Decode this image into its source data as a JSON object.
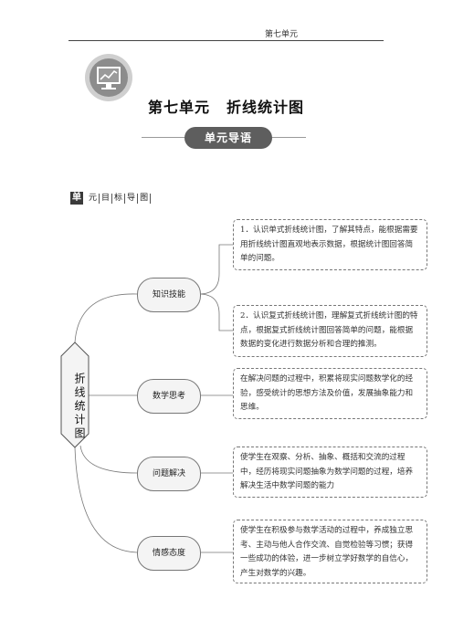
{
  "header": {
    "text": "第七单元"
  },
  "title": {
    "unit": "第七单元",
    "name": "折线统计图"
  },
  "banner": {
    "label": "单元导语"
  },
  "section": {
    "box_char": "单",
    "chars": [
      "元",
      "目",
      "标",
      "导",
      "图"
    ]
  },
  "mindmap": {
    "center": "折线统计图",
    "branches": [
      {
        "label": "知识技能"
      },
      {
        "label": "数学思考"
      },
      {
        "label": "问题解决"
      },
      {
        "label": "情感态度"
      }
    ],
    "boxes": [
      {
        "text": "1．认识单式折线统计图，了解其特点，能根据需要用折线统计图直观地表示数据，根据统计图回答简单的问题。"
      },
      {
        "text": "2．认识复式折线统计图，理解复式折线统计图的特点，根据复式折线统计图回答简单的问题，能根据数据的变化进行数据分析和合理的推测。"
      },
      {
        "text": "在解决问题的过程中，积累将现实问题数学化的经验，感受统计的思想方法及价值，发展抽象能力和思维。"
      },
      {
        "text": "使学生在观察、分析、抽象、概括和交流的过程中，经历将现实问题抽象为数学问题的过程，培养解决生活中数学问题的能力"
      },
      {
        "text": "使学生在积极参与数学活动的过程中，养成独立思考、主动与他人合作交流、自觉检验等习惯；获得一些成功的体验，进一步树立学好数学的自信心，产生对数学的兴趣。"
      }
    ]
  }
}
